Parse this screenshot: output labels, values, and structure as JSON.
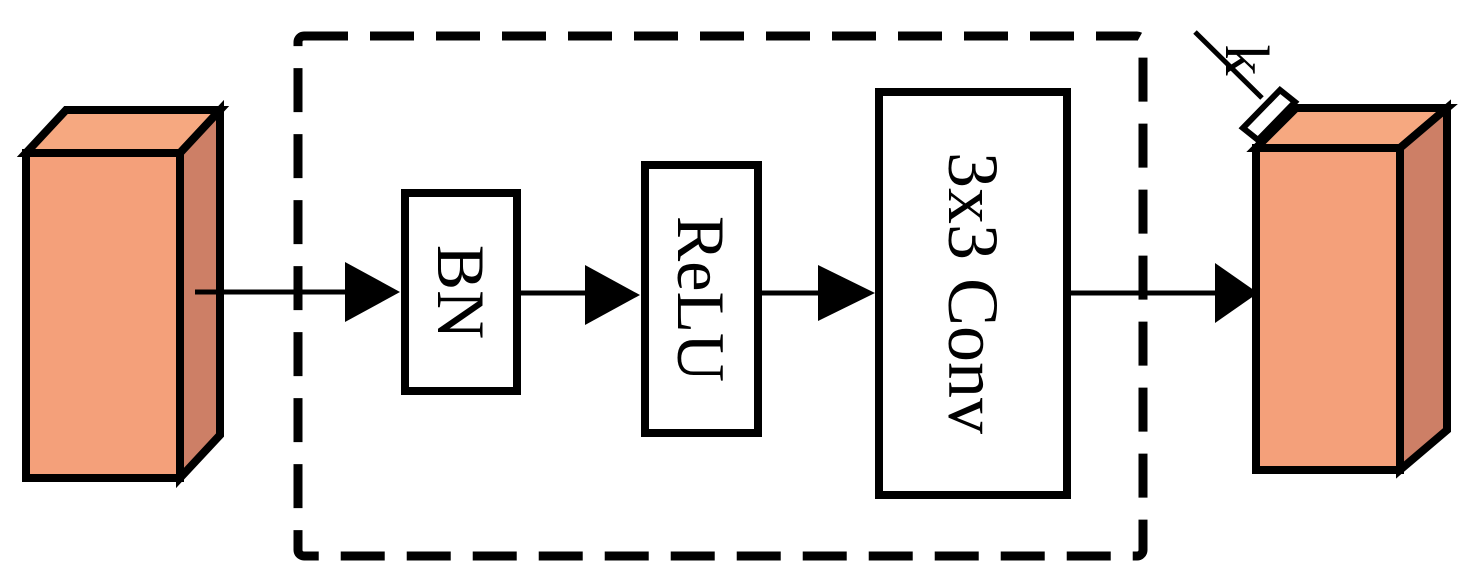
{
  "diagram": {
    "blocks": [
      {
        "id": "bn",
        "label": "BN"
      },
      {
        "id": "relu",
        "label": "ReLU"
      },
      {
        "id": "conv",
        "label": "3x3 Conv"
      }
    ],
    "output_annotation": "k",
    "colors": {
      "cube_front": "#F4A07A",
      "cube_top": "#F6A880",
      "cube_side": "#CD7F66",
      "stroke": "#000000",
      "background": "#FFFFFF"
    }
  }
}
